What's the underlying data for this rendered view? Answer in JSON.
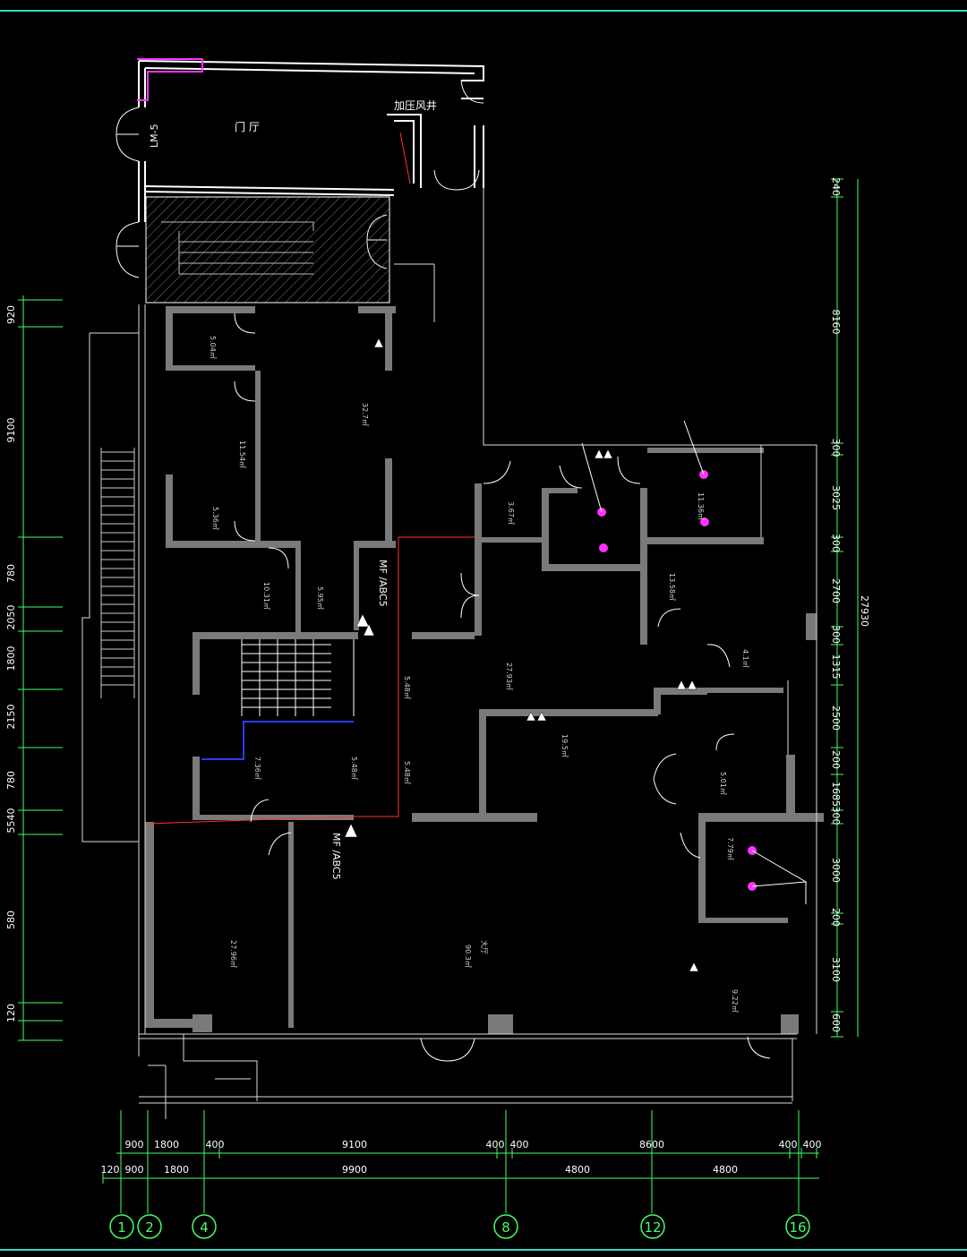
{
  "colors": {
    "background": "#000000",
    "wall": "#ffffff",
    "wall_fill": "#7a7a7a",
    "dim_line": "#44ff66",
    "frame_line": "#3fd6c8",
    "magenta": "#ff33ff",
    "red": "#ff3030",
    "blue": "#2a3cff"
  },
  "labels": {
    "lobby": "门 厅",
    "shaft": "加压风井",
    "lm5": "LM-5",
    "fm_abc5_a": "MF /ABC5",
    "fm_abc5_b": "MF /ABC5",
    "area_1": "5.04㎡",
    "area_2": "32.7㎡",
    "area_3": "11.54㎡",
    "area_4": "5.36㎡",
    "area_5": "10.31㎡",
    "area_6": "5.95㎡",
    "area_7": "3.67㎡",
    "area_8": "11.36㎡",
    "area_9": "13.58㎡",
    "area_10": "27.93㎡",
    "area_11": "5.48㎡",
    "area_12": "19.5㎡",
    "area_13": "5.48㎡",
    "area_14": "5.48㎡",
    "area_15": "7.36㎡",
    "area_16": "5.01㎡",
    "area_17": "7.79㎡",
    "area_18": "27.96㎡",
    "area_19": "90.3㎡",
    "area_20": "9.22㎡",
    "area_21": "4.1㎡",
    "room_hall": "大厅"
  },
  "right_dims": {
    "total": "27930",
    "segments": [
      "240",
      "8160",
      "300",
      "3025",
      "300",
      "2700",
      "300",
      "1315",
      "2500",
      "200",
      "1685",
      "300",
      "3000",
      "200",
      "3100",
      "600"
    ]
  },
  "left_dims": [
    "920",
    "9100",
    "780",
    "2050",
    "1800",
    "2150",
    "780",
    "5540",
    "580",
    "120"
  ],
  "bottom_dims_row1": [
    "900",
    "1800",
    "400",
    "9100",
    "400",
    "400",
    "8600",
    "400",
    "400"
  ],
  "bottom_dims_row2": [
    "120",
    "900",
    "1800",
    "9900",
    "4800",
    "4800"
  ],
  "axes": [
    "1",
    "2",
    "4",
    "8",
    "12",
    "16"
  ]
}
